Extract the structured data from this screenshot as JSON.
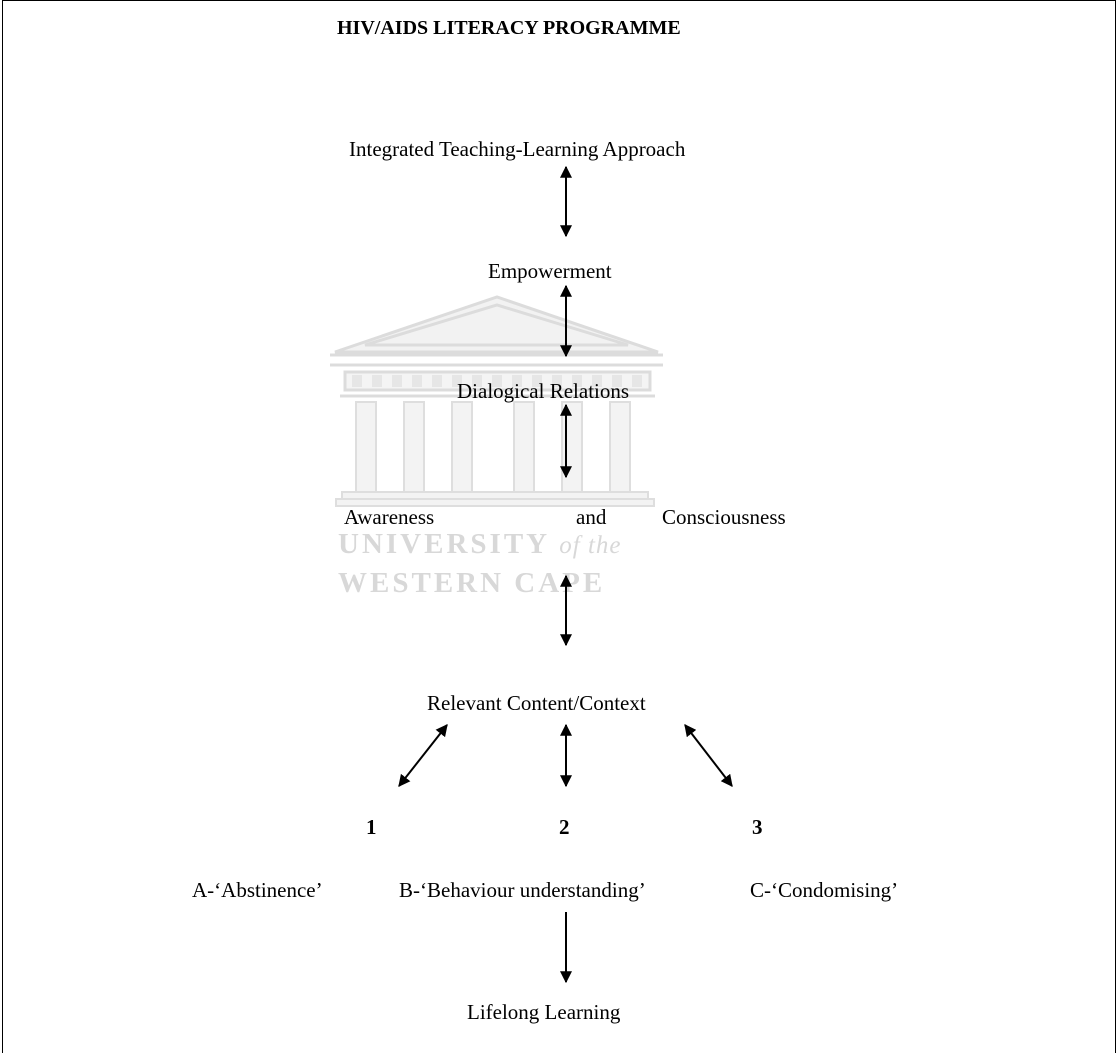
{
  "title": "HIV/AIDS LITERACY PROGRAMME",
  "nodes": {
    "integrated": "Integrated Teaching-Learning Approach",
    "empowerment": "Empowerment",
    "dialogical": "Dialogical Relations",
    "awareness_1": "Awareness",
    "awareness_2": "and",
    "awareness_3": "Consciousness",
    "relevant": "Relevant Content/Context",
    "lifelong": "Lifelong Learning"
  },
  "branches": [
    {
      "number": "1",
      "label": "A-‘Abstinence’"
    },
    {
      "number": "2",
      "label": "B-‘Behaviour understanding’"
    },
    {
      "number": "3",
      "label": "C-‘Condomising’"
    }
  ],
  "watermark": {
    "line1": "UNIVERSITY",
    "line1_suffix": "of the",
    "line2": "WESTERN CAPE"
  },
  "colors": {
    "text": "#000000",
    "watermark": "#d8d8d8",
    "background": "#ffffff"
  }
}
